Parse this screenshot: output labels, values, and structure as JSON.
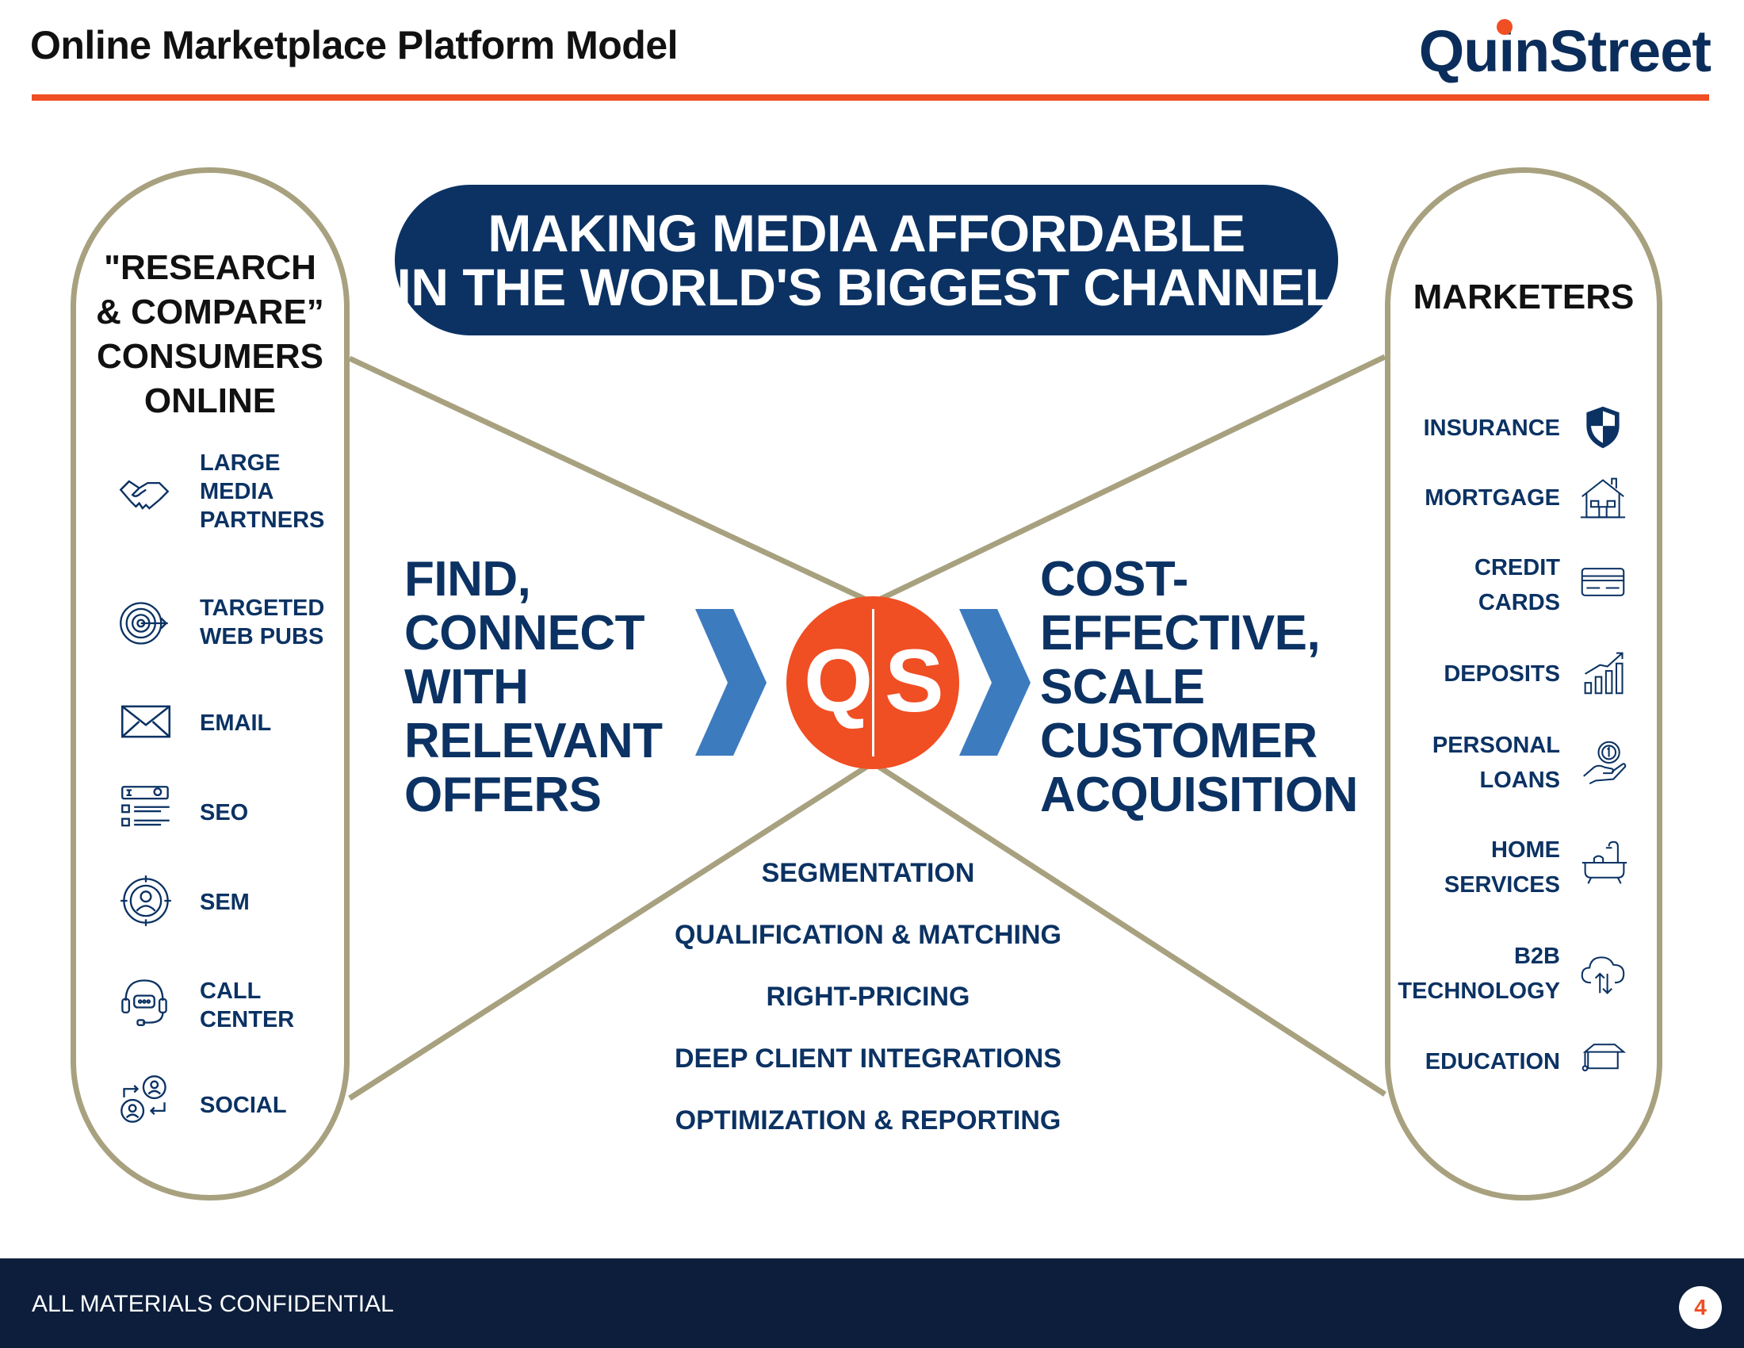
{
  "header": {
    "title": "Online Marketplace Platform Model",
    "logo_text": "QuinStreet"
  },
  "banner": {
    "line1": "MAKING MEDIA AFFORDABLE",
    "line2": "IN THE WORLD'S BIGGEST CHANNEL"
  },
  "consumers": {
    "heading": [
      "\"RESEARCH",
      "& COMPARE”",
      "CONSUMERS",
      "ONLINE"
    ],
    "channels": [
      {
        "lines": [
          "LARGE",
          "MEDIA",
          "PARTNERS"
        ],
        "icon": "handshake-icon"
      },
      {
        "lines": [
          "TARGETED",
          "WEB PUBS"
        ],
        "icon": "target-icon"
      },
      {
        "lines": [
          "EMAIL"
        ],
        "icon": "envelope-icon"
      },
      {
        "lines": [
          "SEO"
        ],
        "icon": "search-listing-icon"
      },
      {
        "lines": [
          "SEM"
        ],
        "icon": "targeted-user-icon"
      },
      {
        "lines": [
          "CALL",
          "CENTER"
        ],
        "icon": "headset-icon"
      },
      {
        "lines": [
          "SOCIAL"
        ],
        "icon": "people-exchange-icon"
      }
    ]
  },
  "marketers": {
    "heading": "MARKETERS",
    "verticals": [
      {
        "lines": [
          "INSURANCE"
        ],
        "icon": "shield-icon"
      },
      {
        "lines": [
          "MORTGAGE"
        ],
        "icon": "house-icon"
      },
      {
        "lines": [
          "CREDIT",
          "CARDS"
        ],
        "icon": "credit-card-icon"
      },
      {
        "lines": [
          "DEPOSITS"
        ],
        "icon": "growth-chart-icon"
      },
      {
        "lines": [
          "PERSONAL",
          "LOANS"
        ],
        "icon": "coin-hand-icon"
      },
      {
        "lines": [
          "HOME",
          "SERVICES"
        ],
        "icon": "bathtub-icon"
      },
      {
        "lines": [
          "B2B",
          "TECHNOLOGY"
        ],
        "icon": "cloud-transfer-icon"
      },
      {
        "lines": [
          "EDUCATION"
        ],
        "icon": "graduation-cap-icon"
      }
    ]
  },
  "center": {
    "left_text": [
      "FIND,",
      "CONNECT",
      "WITH",
      "RELEVANT",
      "OFFERS"
    ],
    "right_text": [
      "COST-",
      "EFFECTIVE,",
      "SCALE",
      "CUSTOMER",
      "ACQUISITION"
    ],
    "logo_letters": [
      "Q",
      "S"
    ],
    "services": [
      "SEGMENTATION",
      "QUALIFICATION & MATCHING",
      "RIGHT-PRICING",
      "DEEP CLIENT INTEGRATIONS",
      "OPTIMIZATION & REPORTING"
    ]
  },
  "footer": {
    "confidential": "ALL MATERIALS CONFIDENTIAL",
    "page_number": "4"
  },
  "colors": {
    "accent_orange": "#f04e23",
    "navy": "#0b3263",
    "footer_navy": "#0c1e3b",
    "pill_border": "#a8a17f",
    "chevron_blue": "#3d7bbf"
  }
}
